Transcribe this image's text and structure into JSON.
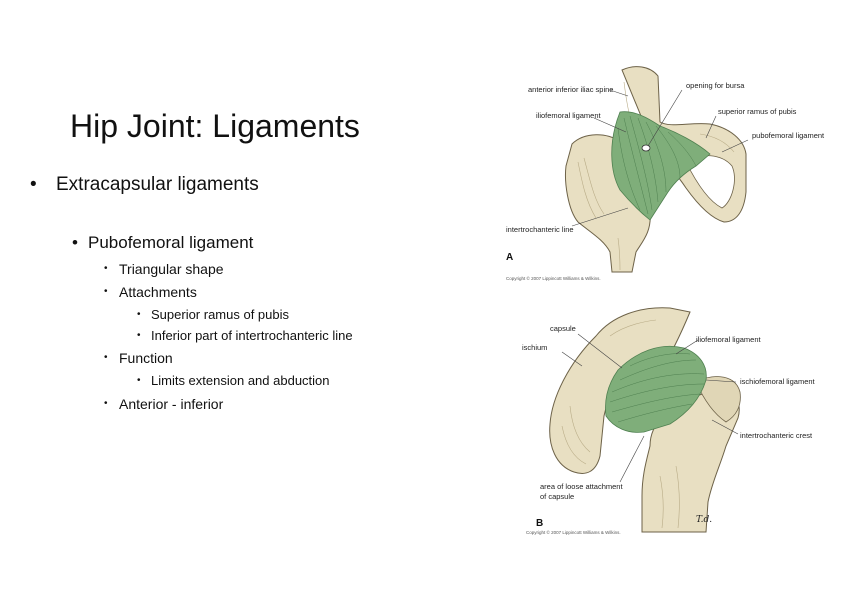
{
  "title": "Hip Joint: Ligaments",
  "bullets": {
    "level1": "Extracapsular ligaments",
    "level2": "Pubofemoral ligament",
    "items": [
      "Triangular shape",
      "Attachments",
      "Function",
      "Anterior - inferior"
    ],
    "attachments": [
      "Superior ramus of pubis",
      "Inferior part of intertrochanteric line"
    ],
    "function": [
      "Limits extension and abduction"
    ]
  },
  "figure_a": {
    "labels": {
      "aiis": "anterior inferior iliac spine",
      "opening": "opening for bursa",
      "iliofemoral": "iliofemoral ligament",
      "superior_ramus": "superior ramus of pubis",
      "pubofemoral": "pubofemoral ligament",
      "intertrochanteric_line": "intertrochanteric line"
    },
    "panel": "A",
    "copyright": "Copyright © 2007 Lippincott Williams & Wilkins."
  },
  "figure_b": {
    "labels": {
      "capsule": "capsule",
      "ischium": "ischium",
      "iliofemoral": "iliofemoral ligament",
      "ischiofemoral": "ischiofemoral ligament",
      "intertrochanteric_crest": "intertrochanteric crest",
      "loose_1": "area of loose attachment",
      "loose_2": "of capsule"
    },
    "panel": "B",
    "copyright": "Copyright © 2007 Lippincott Williams & Wilkins.",
    "signature": "T.d."
  },
  "colors": {
    "bone": "#e8dfc2",
    "bone_shadow": "#b8ab86",
    "ligament": "#7fae7a",
    "ligament_dark": "#4f8050"
  }
}
